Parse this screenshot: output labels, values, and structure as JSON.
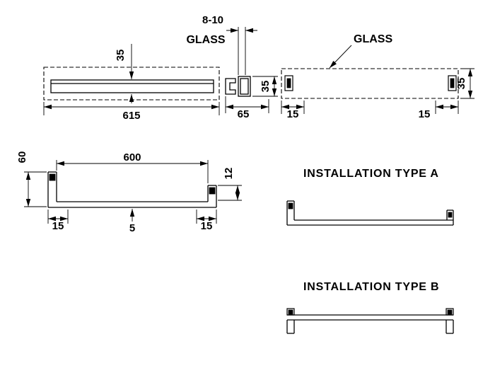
{
  "front_view": {
    "height": "35",
    "width": "615"
  },
  "section_view": {
    "glass_thickness": "8-10",
    "glass_label": "GLASS",
    "depth": "65",
    "height": "35"
  },
  "top_view": {
    "glass_label": "GLASS",
    "height": "35",
    "left_inset": "15",
    "right_inset": "15"
  },
  "side_view": {
    "inner_width": "600",
    "back_height": "60",
    "front_height": "12",
    "left_inset": "15",
    "thickness": "5",
    "right_inset": "15"
  },
  "installation_a": {
    "title": "INSTALLATION TYPE A"
  },
  "installation_b": {
    "title": "INSTALLATION TYPE B"
  },
  "colors": {
    "line": "#000000",
    "background": "#ffffff"
  }
}
